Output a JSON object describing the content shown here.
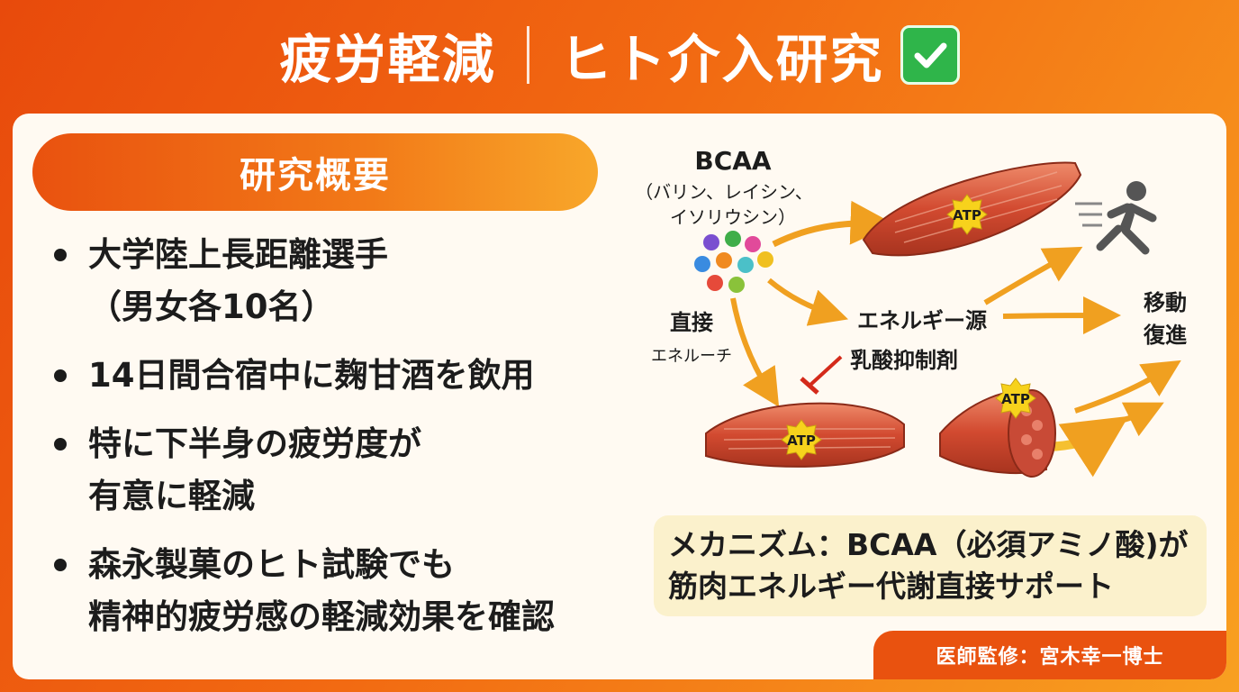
{
  "header": {
    "title_left": "疲労軽減",
    "title_right": "ヒト介入研究",
    "check_icon": "check-box-icon",
    "check_color": "#2fb54a"
  },
  "summary": {
    "heading": "研究概要",
    "bullets": [
      {
        "line1": "大学陸上長距離選手",
        "line2": "（男女各10名）"
      },
      {
        "line1": "14日間合宿中に麹甘酒を飲用",
        "line2": ""
      },
      {
        "line1": "特に下半身の疲労度が",
        "line2": "有意に軽減"
      },
      {
        "line1": "森永製菓のヒト試験でも",
        "line2": "精神的疲労感の軽減効果を確認"
      }
    ]
  },
  "diagram": {
    "bcaa_title": "BCAA",
    "bcaa_line1": "（バリン、レイシン、",
    "bcaa_line2": "イソリウシン）",
    "direct_line1": "直接",
    "direct_line2": "エネルーチ",
    "energy_source": "エネルギー源",
    "lactic": "乳酸抑制剤",
    "move_line1": "移動",
    "move_line2": "復進",
    "atp": "ATP",
    "colors": {
      "muscle": "#d9553a",
      "arrow": "#f0a020",
      "atp": "#f7d21c",
      "inhibit": "#d42a1a"
    },
    "icons": [
      "molecule-cluster-icon",
      "muscle-icon",
      "runner-icon",
      "inhibit-icon"
    ]
  },
  "mechanism": {
    "line1": "メカニズム：BCAA（必須アミノ酸)が",
    "line2": "筋肉エネルギー代謝直接サポート"
  },
  "footer": {
    "supervision": "医師監修：宮木幸一博士"
  }
}
